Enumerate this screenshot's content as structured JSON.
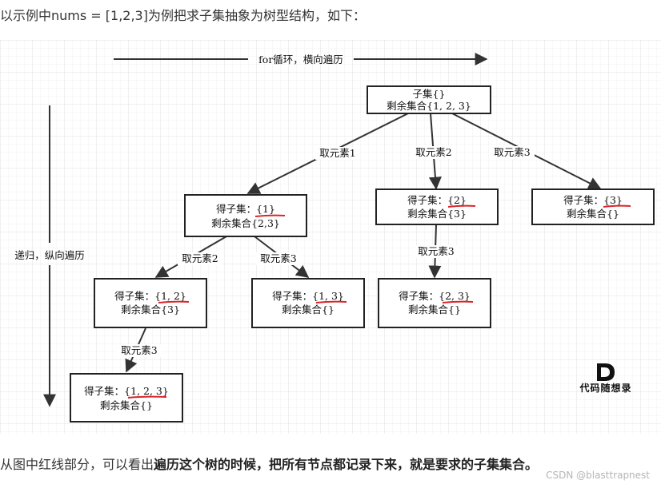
{
  "intro": "以示例中nums = [1,2,3]为例把求子集抽象为树型结构，如下：",
  "diagram": {
    "horizontal_label": "for循环，横向遍历",
    "vertical_label": "递归，纵向遍历",
    "nodes": {
      "root": {
        "line1": "子集{}",
        "line2": "剩余集合{1, 2, 3}"
      },
      "n1": {
        "line1a": "得子集：",
        "line1b": "{1}",
        "line2": "剩余集合{2,3}"
      },
      "n2": {
        "line1a": "得子集：",
        "line1b": "{2}",
        "line2": "剩余集合{3}"
      },
      "n3": {
        "line1a": "得子集：",
        "line1b": "{3}",
        "line2": "剩余集合{}"
      },
      "n12": {
        "line1a": "得子集：",
        "line1b": "{1, 2}",
        "line2": "剩余集合{3}"
      },
      "n13": {
        "line1a": "得子集：",
        "line1b": "{1, 3}",
        "line2": "剩余集合{}"
      },
      "n23": {
        "line1a": "得子集：",
        "line1b": "{2, 3}",
        "line2": "剩余集合{}"
      },
      "n123": {
        "line1a": "得子集：",
        "line1b": "{1, 2, 3}",
        "line2": "剩余集合{}"
      }
    },
    "edges": {
      "e_root_1": "取元素1",
      "e_root_2": "取元素2",
      "e_root_3": "取元素3",
      "e_1_2": "取元素2",
      "e_1_3": "取元素3",
      "e_2_3": "取元素3",
      "e_12_3": "取元素3"
    },
    "logo_text": "代码随想录",
    "highlight_color": "#d9262b"
  },
  "conclusion": {
    "prefix": "从图中红线部分，可以看出",
    "bold": "遍历这个树的时候，把所有节点都记录下来，就是要求的子集集合。"
  },
  "watermark": "CSDN @blasttrapnest"
}
